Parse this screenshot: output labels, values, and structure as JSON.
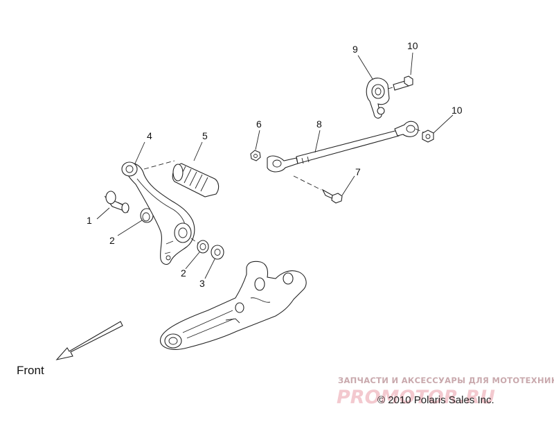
{
  "callouts": [
    {
      "id": "1",
      "label": "1"
    },
    {
      "id": "2a",
      "label": "2"
    },
    {
      "id": "2b",
      "label": "2"
    },
    {
      "id": "3",
      "label": "3"
    },
    {
      "id": "4",
      "label": "4"
    },
    {
      "id": "5",
      "label": "5"
    },
    {
      "id": "6",
      "label": "6"
    },
    {
      "id": "7",
      "label": "7"
    },
    {
      "id": "8",
      "label": "8"
    },
    {
      "id": "9",
      "label": "9"
    },
    {
      "id": "10a",
      "label": "10"
    },
    {
      "id": "10b",
      "label": "10"
    }
  ],
  "direction_label": "Front",
  "copyright": "© 2010 Polaris Sales Inc.",
  "watermark": {
    "tagline": "ЗАПЧАСТИ И АКСЕССУАРЫ ДЛЯ МОТОТЕХНИКИ",
    "logo_text": "PROMOTOR.RU"
  },
  "colors": {
    "line": "#222222",
    "background": "#ffffff",
    "watermark": "#f3c9cf"
  }
}
